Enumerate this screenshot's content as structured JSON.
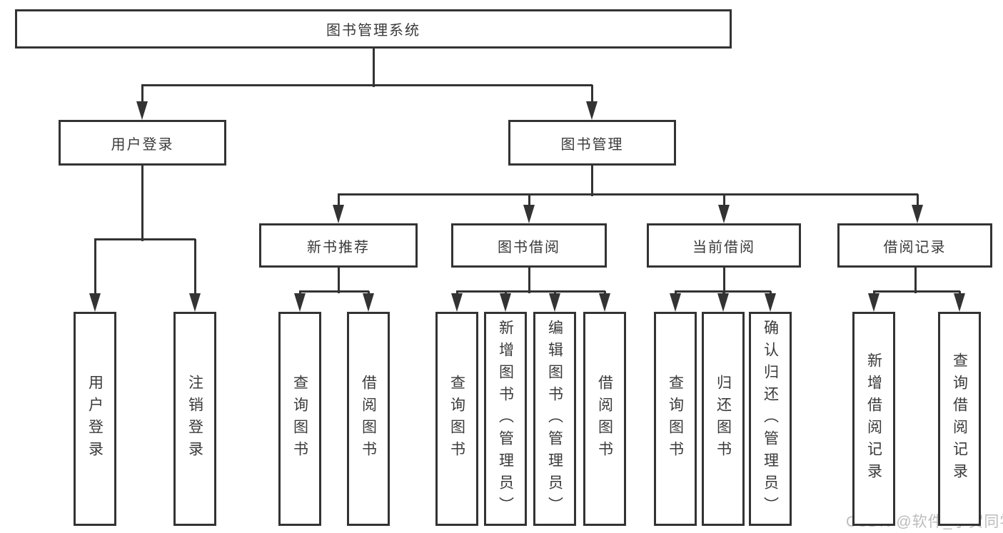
{
  "diagram": {
    "title": "图书管理系统",
    "nodes": [
      {
        "id": "root",
        "label": "图书管理系统",
        "parent": null
      },
      {
        "id": "user-login",
        "label": "用户登录",
        "parent": "root"
      },
      {
        "id": "book-mgmt",
        "label": "图书管理",
        "parent": "root"
      },
      {
        "id": "new-book-rec",
        "label": "新书推荐",
        "parent": "book-mgmt"
      },
      {
        "id": "book-borrow",
        "label": "图书借阅",
        "parent": "book-mgmt"
      },
      {
        "id": "current-borrow",
        "label": "当前借阅",
        "parent": "book-mgmt"
      },
      {
        "id": "borrow-record",
        "label": "借阅记录",
        "parent": "book-mgmt"
      },
      {
        "id": "leaf-user-login",
        "label": "用户登录",
        "parent": "user-login"
      },
      {
        "id": "leaf-logout",
        "label": "注销登录",
        "parent": "user-login"
      },
      {
        "id": "rec-query-book",
        "label": "查询图书",
        "parent": "new-book-rec"
      },
      {
        "id": "rec-borrow-book",
        "label": "借阅图书",
        "parent": "new-book-rec"
      },
      {
        "id": "bb-query-book",
        "label": "查询图书",
        "parent": "book-borrow"
      },
      {
        "id": "bb-add-book",
        "label": "新增图书（管理员）",
        "parent": "book-borrow"
      },
      {
        "id": "bb-edit-book",
        "label": "编辑图书（管理员）",
        "parent": "book-borrow"
      },
      {
        "id": "bb-borrow-book",
        "label": "借阅图书",
        "parent": "book-borrow"
      },
      {
        "id": "cb-query-book",
        "label": "查询图书",
        "parent": "current-borrow"
      },
      {
        "id": "cb-return-book",
        "label": "归还图书",
        "parent": "current-borrow"
      },
      {
        "id": "cb-confirm-return",
        "label": "确认归还（管理员）",
        "parent": "current-borrow"
      },
      {
        "id": "br-add-record",
        "label": "新增借阅记录",
        "parent": "borrow-record"
      },
      {
        "id": "br-query-record",
        "label": "查询借阅记录",
        "parent": "borrow-record"
      }
    ]
  },
  "watermark": {
    "text": "CSDN @软件_小贺同学",
    "color": "#bcbcbc"
  },
  "colors": {
    "background": "#ffffff",
    "line": "#333333",
    "box_border": "#333333",
    "text": "#3a3a3a"
  }
}
